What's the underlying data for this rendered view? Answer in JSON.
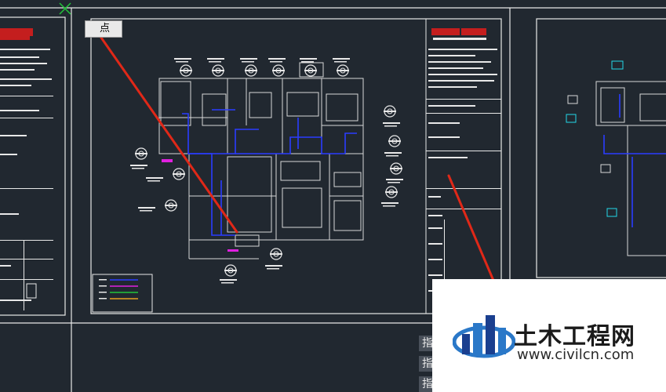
{
  "tooltip": {
    "text": "点"
  },
  "command_lines": [
    "指",
    "指",
    "指"
  ],
  "watermark": {
    "title": "土木工程网",
    "url": "www.civilcn.com"
  },
  "cursor_icon": "crosshair-cursor-icon",
  "colors": {
    "background": "#212830",
    "lines": "#e8e8e8",
    "annotation_red": "#e02818",
    "wire_blue": "#2a3cff"
  }
}
